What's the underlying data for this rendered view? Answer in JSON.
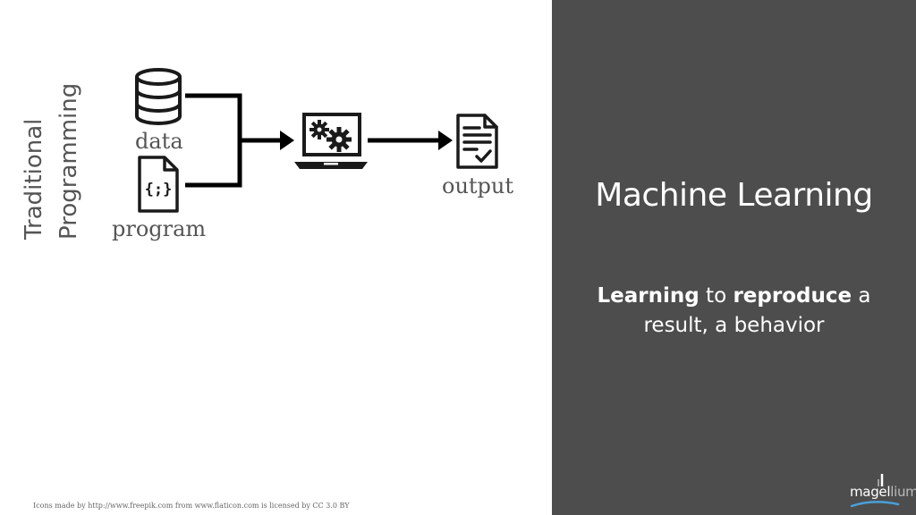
{
  "left_panel": {
    "title_line1": "Traditional",
    "title_line2": "Programming",
    "inputs": [
      {
        "label": "data",
        "icon": "database-icon"
      },
      {
        "label": "program",
        "icon": "code-file-icon"
      }
    ],
    "processor_icon": "laptop-gears-icon",
    "output": {
      "label": "output",
      "icon": "checklist-document-icon"
    },
    "credit": "Icons made by http://www.freepik.com from www.flaticon.com  is licensed by CC 3.0 BY"
  },
  "right_panel": {
    "title": "Machine Learning",
    "desc_word1": "Learning",
    "desc_word2": " to ",
    "desc_word3": "reproduce",
    "desc_word4": " a",
    "desc_line2": "result, a behavior",
    "background_color": "#4d4d4d"
  },
  "logo": {
    "text_part1": "magel",
    "text_part2": "lium"
  }
}
